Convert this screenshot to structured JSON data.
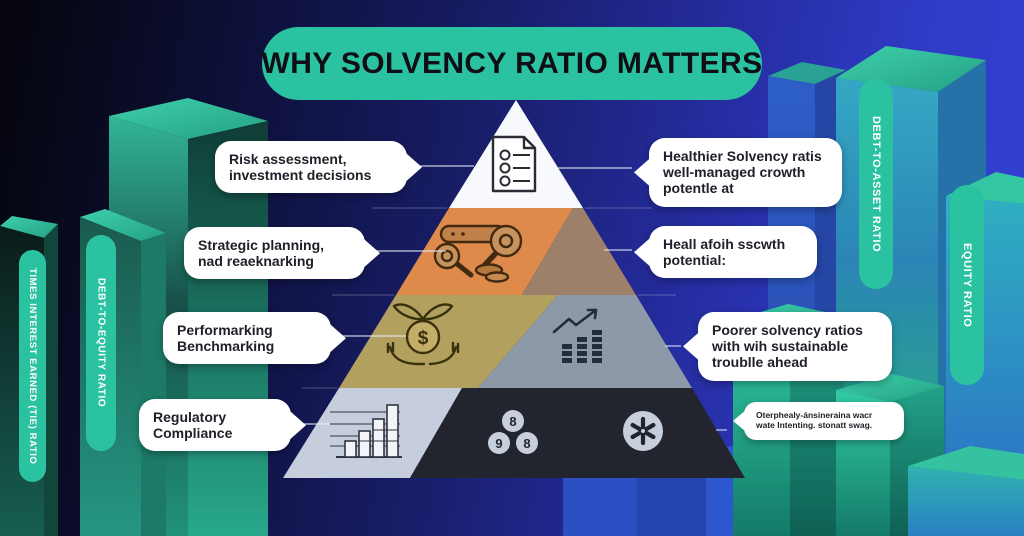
{
  "title": "WHY SOLVENCY RATIO MATTERS",
  "pyramid": {
    "levels": [
      {
        "name": "level-1-top",
        "icon": "checklist-document-icon",
        "color": "#f8f9fc"
      },
      {
        "name": "level-2",
        "icon": "keys-coins-icon",
        "color_left": "#dd8a4b",
        "color_right": "#9c8069"
      },
      {
        "name": "level-3",
        "icon_left": "hands-dollar-icon",
        "icon_right": "growth-chart-icon",
        "color_left": "#b2a05f",
        "color_right": "#8d99a9"
      },
      {
        "name": "level-4-base",
        "icon_left": "bar-chart-icon",
        "icon_right": "asterisk-icon",
        "color_left": "#c6cedd",
        "color_right": "#22252e"
      }
    ],
    "badges": [
      "8",
      "9",
      "8"
    ],
    "dollar_glyph": "$"
  },
  "callouts_left": [
    {
      "text": "Risk assessment, investment decisions"
    },
    {
      "text": "Strategic planning, nad reaeknarking"
    },
    {
      "text": "Performarking Benchmarking"
    },
    {
      "text": "Regulatory Compliance"
    }
  ],
  "callouts_right": [
    {
      "text": "Healthier Solvency ratis well-managed crowth potentle at"
    },
    {
      "text": "Heall afoih sscwth potential:"
    },
    {
      "text": "Poorer solvency ratios with wih sustainable troublle ahead"
    },
    {
      "text": "Oterphealy-ánsineraina wacr wate Intenting. stonatt swag."
    }
  ],
  "pillars": {
    "left": [
      {
        "label": "TIMES INTEREST EARNED (TIE) RATIO"
      },
      {
        "label": "DEBT-TO-EQUITY RATIO"
      }
    ],
    "right": [
      {
        "label": "DEBT-TO-ASSET RATIO"
      },
      {
        "label": "EQUITY RATIO"
      }
    ]
  },
  "colors": {
    "accent_teal": "#2bc2a2",
    "background_dark": "#06060e",
    "background_blue": "#3440d0",
    "callout_bg": "#ffffff",
    "callout_text": "#20202a"
  }
}
